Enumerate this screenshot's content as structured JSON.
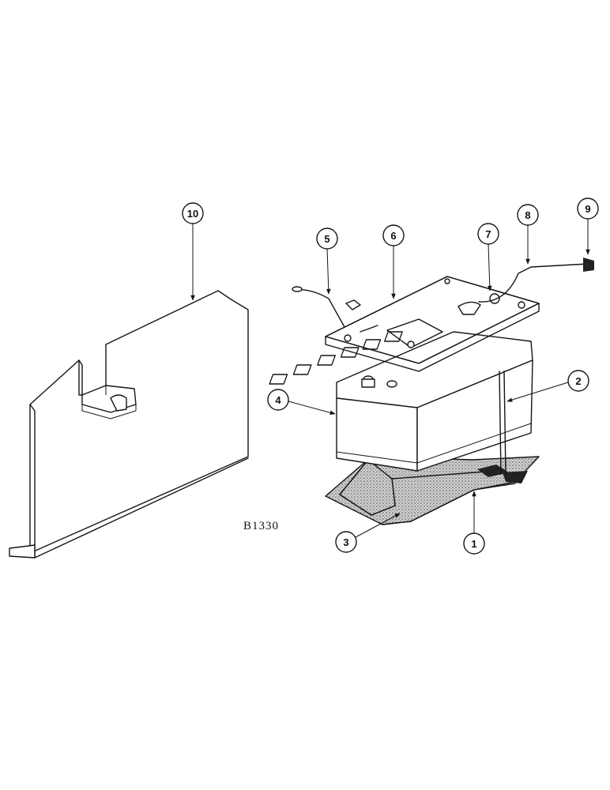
{
  "drawing_code": "B1330",
  "callouts": [
    {
      "id": "1",
      "part": "battery-tray"
    },
    {
      "id": "2",
      "part": "hold-down-bolt"
    },
    {
      "id": "3",
      "part": "tray-bracket"
    },
    {
      "id": "4",
      "part": "battery"
    },
    {
      "id": "5",
      "part": "ground-cable"
    },
    {
      "id": "6",
      "part": "hold-down-frame"
    },
    {
      "id": "7",
      "part": "wing-nut-terminal"
    },
    {
      "id": "8",
      "part": "positive-cable"
    },
    {
      "id": "9",
      "part": "cable-terminal-end"
    },
    {
      "id": "10",
      "part": "battery-shield"
    }
  ],
  "colors": {
    "ink": "#151515",
    "paper": "#ffffff",
    "stipple": "#8a8a8a"
  }
}
